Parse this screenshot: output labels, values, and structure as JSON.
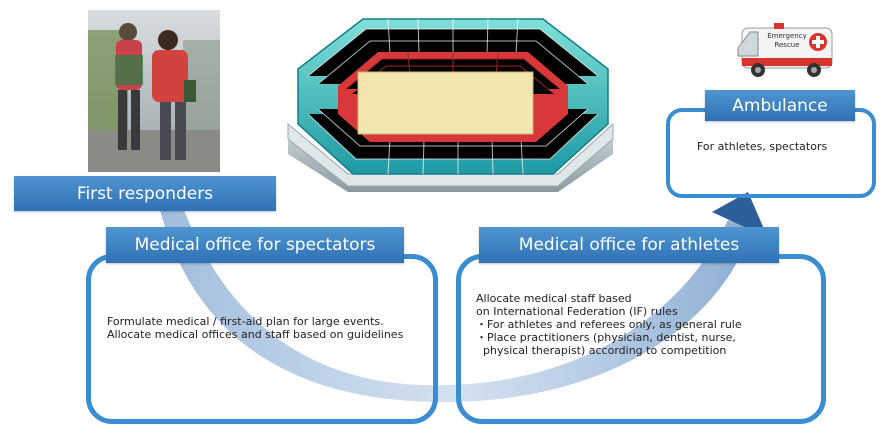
{
  "labels": {
    "first_responders": "First responders",
    "spectators_office": "Medical office for spectators",
    "athletes_office": "Medical office for athletes",
    "ambulance": "Ambulance"
  },
  "spectators_lines": [
    "Formulate medical / first-aid plan for large events.",
    "Allocate medical offices and staff based on guidelines"
  ],
  "athletes_lines": [
    "Allocate medical staff based",
    "on International Federation (IF) rules",
    "・For athletes and referees only, as general rule",
    "・Place practitioners (physician, dentist, nurse,",
    "  physical therapist) according to competition"
  ],
  "ambulance_text": "For athletes, spectators",
  "ambulance_sign": [
    "Emergency",
    "Rescue"
  ],
  "colors": {
    "bar_blue": "#3a82c4",
    "panel_border": "#3a8dd0",
    "flow_arrow": "#9ab8d8",
    "arrow_head": "#2d5f9a"
  }
}
